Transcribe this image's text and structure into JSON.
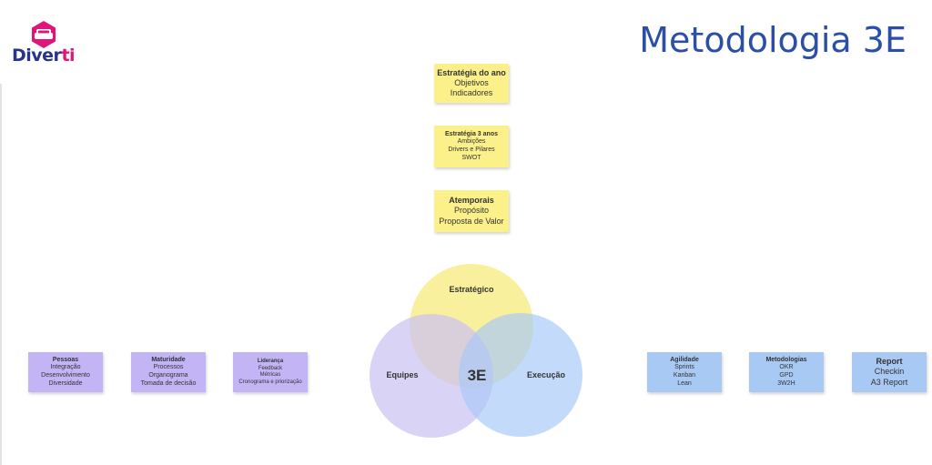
{
  "brand": {
    "logo_prefix": "Diver",
    "logo_suffix": "ti",
    "colors": {
      "navy": "#27348b",
      "magenta": "#e0157a"
    }
  },
  "title": "Metodologia 3E",
  "stack": [
    {
      "title": "Estratégia do ano",
      "lines": [
        "Objetivos",
        "Indicadores"
      ]
    },
    {
      "title": "Estratégia 3 anos",
      "lines": [
        "Ambições",
        "Drivers e Pilares",
        "SWOT"
      ]
    },
    {
      "title": "Atemporais",
      "lines": [
        "Propósito",
        "Proposta de Valor"
      ]
    }
  ],
  "venn": {
    "center": "3E",
    "circles": [
      {
        "label": "Estratégico",
        "color": "#f7eb7c"
      },
      {
        "label": "Equipes",
        "color": "#cbc2f3"
      },
      {
        "label": "Execução",
        "color": "#a8c8f7"
      }
    ]
  },
  "left_notes": [
    {
      "title": "Pessoas",
      "lines": [
        "Integração",
        "Desenvolvimento",
        "Diversidade"
      ]
    },
    {
      "title": "Maturidade",
      "lines": [
        "Processos",
        "Organograma",
        "Tomada de decisão"
      ]
    },
    {
      "title": "Liderança",
      "lines": [
        "Feedback",
        "Métricas",
        "Cronograma e priorização"
      ]
    }
  ],
  "right_notes": [
    {
      "title": "Agilidade",
      "lines": [
        "Sprints",
        "Kanban",
        "Lean"
      ]
    },
    {
      "title": "Metodologias",
      "lines": [
        "OKR",
        "GPD",
        "3W2H"
      ]
    },
    {
      "title": "Report",
      "lines": [
        "Checkin",
        "A3 Report"
      ]
    }
  ],
  "colors": {
    "yellow_note": "#fcf08a",
    "purple_note": "#c2b4f5",
    "blue_note": "#a9c9f5",
    "title": "#2b4fa8"
  }
}
